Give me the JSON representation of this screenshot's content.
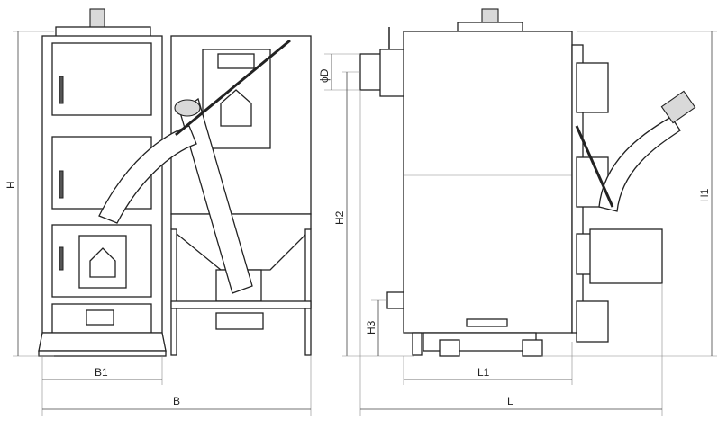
{
  "labels": {
    "H": "H",
    "B1": "B1",
    "B": "B",
    "H2": "H2",
    "H3": "H3",
    "D": "ϕD",
    "L1": "L1",
    "L": "L",
    "H1": "H1"
  }
}
